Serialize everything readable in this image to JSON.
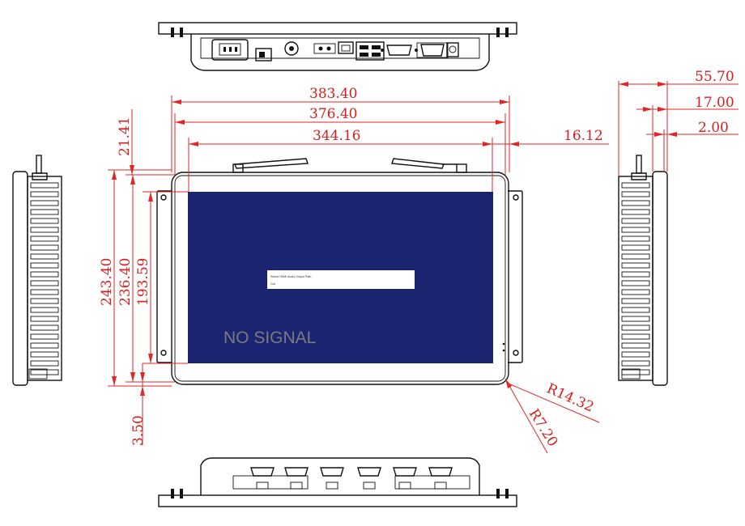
{
  "dimensions": {
    "outer_width": "383.40",
    "bezel_width": "376.40",
    "screen_width": "344.16",
    "side_offset": "16.12",
    "top_offset": "21.41",
    "outer_height": "243.40",
    "bezel_height": "236.40",
    "screen_height": "193.59",
    "bottom_offset": "3.50",
    "depth_total": "55.70",
    "depth_bezel": "17.00",
    "depth_front": "2.00",
    "outer_radius": "R14.32",
    "inner_radius": "R7.20"
  },
  "screen": {
    "no_signal": "NO SIGNAL",
    "dialog_title": "Select HDMI Audio Output Path",
    "dialog_option": "Out",
    "background_color": "#1a2471",
    "dialog_color": "#ffffff",
    "no_signal_color": "#7a7a80"
  },
  "colors": {
    "dimension": "#e02626",
    "outline": "#111111"
  }
}
